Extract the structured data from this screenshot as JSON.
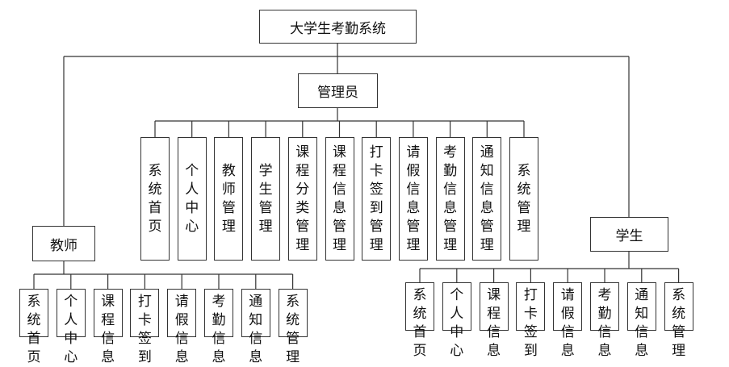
{
  "root": {
    "label": "大学生考勤系统"
  },
  "admin": {
    "label": "管理员",
    "modules": [
      "系统首页",
      "个人中心",
      "教师管理",
      "学生管理",
      "课程分类管理",
      "课程信息管理",
      "打卡签到管理",
      "请假信息管理",
      "考勤信息管理",
      "通知信息管理",
      "系统管理"
    ]
  },
  "teacher": {
    "label": "教师",
    "modules": [
      "系统首页",
      "个人中心",
      "课程信息",
      "打卡签到",
      "请假信息",
      "考勤信息",
      "通知信息",
      "系统管理"
    ]
  },
  "student": {
    "label": "学生",
    "modules": [
      "系统首页",
      "个人中心",
      "课程信息",
      "打卡签到",
      "请假信息",
      "考勤信息",
      "通知信息",
      "系统管理"
    ]
  },
  "colors": {
    "line": "#333333",
    "text": "#111111",
    "background": "#ffffff"
  }
}
